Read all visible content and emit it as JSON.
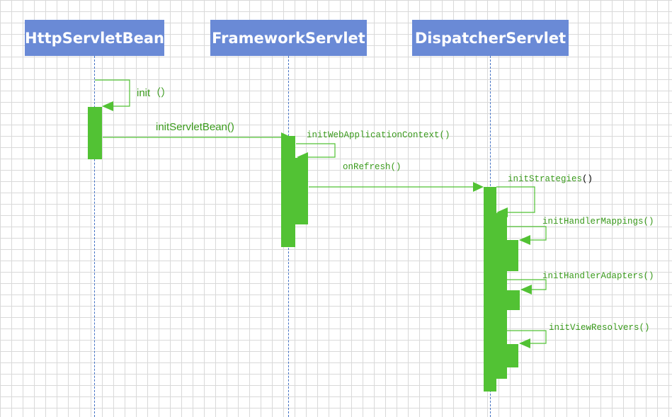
{
  "colors": {
    "participant_bg": "#6a8ad6",
    "activation": "#52c234",
    "arrow": "#52c234",
    "label": "#3a9a1c",
    "lifeline": "#4472c4"
  },
  "participants": {
    "http_servlet_bean": "HttpServletBean",
    "framework_servlet": "FrameworkServlet",
    "dispatcher_servlet": "DispatcherServlet"
  },
  "messages": {
    "init": "init（）",
    "init_servlet_bean": "initServletBean()",
    "init_web_application_context": "initWebApplicationContext()",
    "on_refresh": "onRefresh()",
    "init_strategies": "initStrategies",
    "init_strategies_parens": "()",
    "init_handler_mappings": "initHandlerMappings()",
    "init_handler_adapters": "initHandlerAdapters()",
    "init_view_resolvers": "initViewResolvers()"
  }
}
